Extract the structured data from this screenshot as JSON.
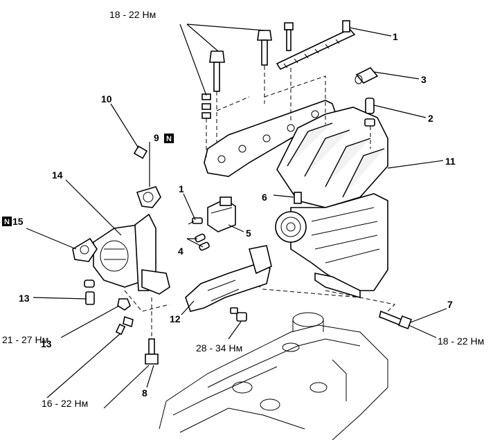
{
  "diagram": {
    "callouts": {
      "c1a": "1",
      "c1b": "1",
      "c2": "2",
      "c3": "3",
      "c4": "4",
      "c5": "5",
      "c6": "6",
      "c7": "7",
      "c8": "8",
      "c9": "9",
      "c10": "10",
      "c11": "11",
      "c12": "12",
      "c13a": "13",
      "c13b": "13",
      "c14": "14",
      "c15": "15"
    },
    "badges": {
      "n9": "N",
      "n15": "N"
    },
    "torques": {
      "t_top": "18 - 22 Нм",
      "t_right": "18 - 22 Нм",
      "t_21": "21 - 27 Нм",
      "t_28": "28 - 34 Нм",
      "t_16": "16 - 22 Нм"
    }
  }
}
